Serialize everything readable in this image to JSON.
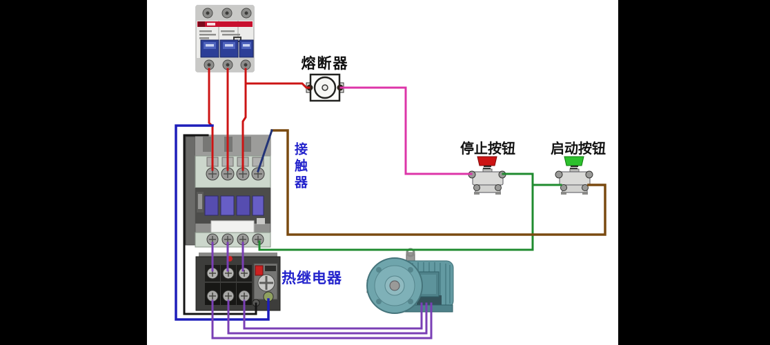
{
  "labels": {
    "fuse": "熔断器",
    "contactor": "接触器",
    "stop_button": "停止按钮",
    "start_button": "启动按钮",
    "thermal_relay": "热继电器"
  },
  "colors": {
    "letterbox": "#000000",
    "canvas": "#ffffff",
    "wire_red": "#cc1414",
    "wire_pink": "#dd35a8",
    "wire_green": "#1f8b2f",
    "wire_brown": "#7a4a10",
    "wire_purple": "#7a3fb5",
    "wire_blue": "#1d1dba",
    "wire_black": "#141414",
    "wire_navy": "#223377",
    "label_black": "#111111",
    "label_blue": "#2323cc",
    "stop_cap": "#cc1414",
    "start_cap": "#2dc02d",
    "breaker_band": "#c8102e",
    "breaker_toggle": "#2c3e97",
    "motor_body": "#639aa2"
  }
}
